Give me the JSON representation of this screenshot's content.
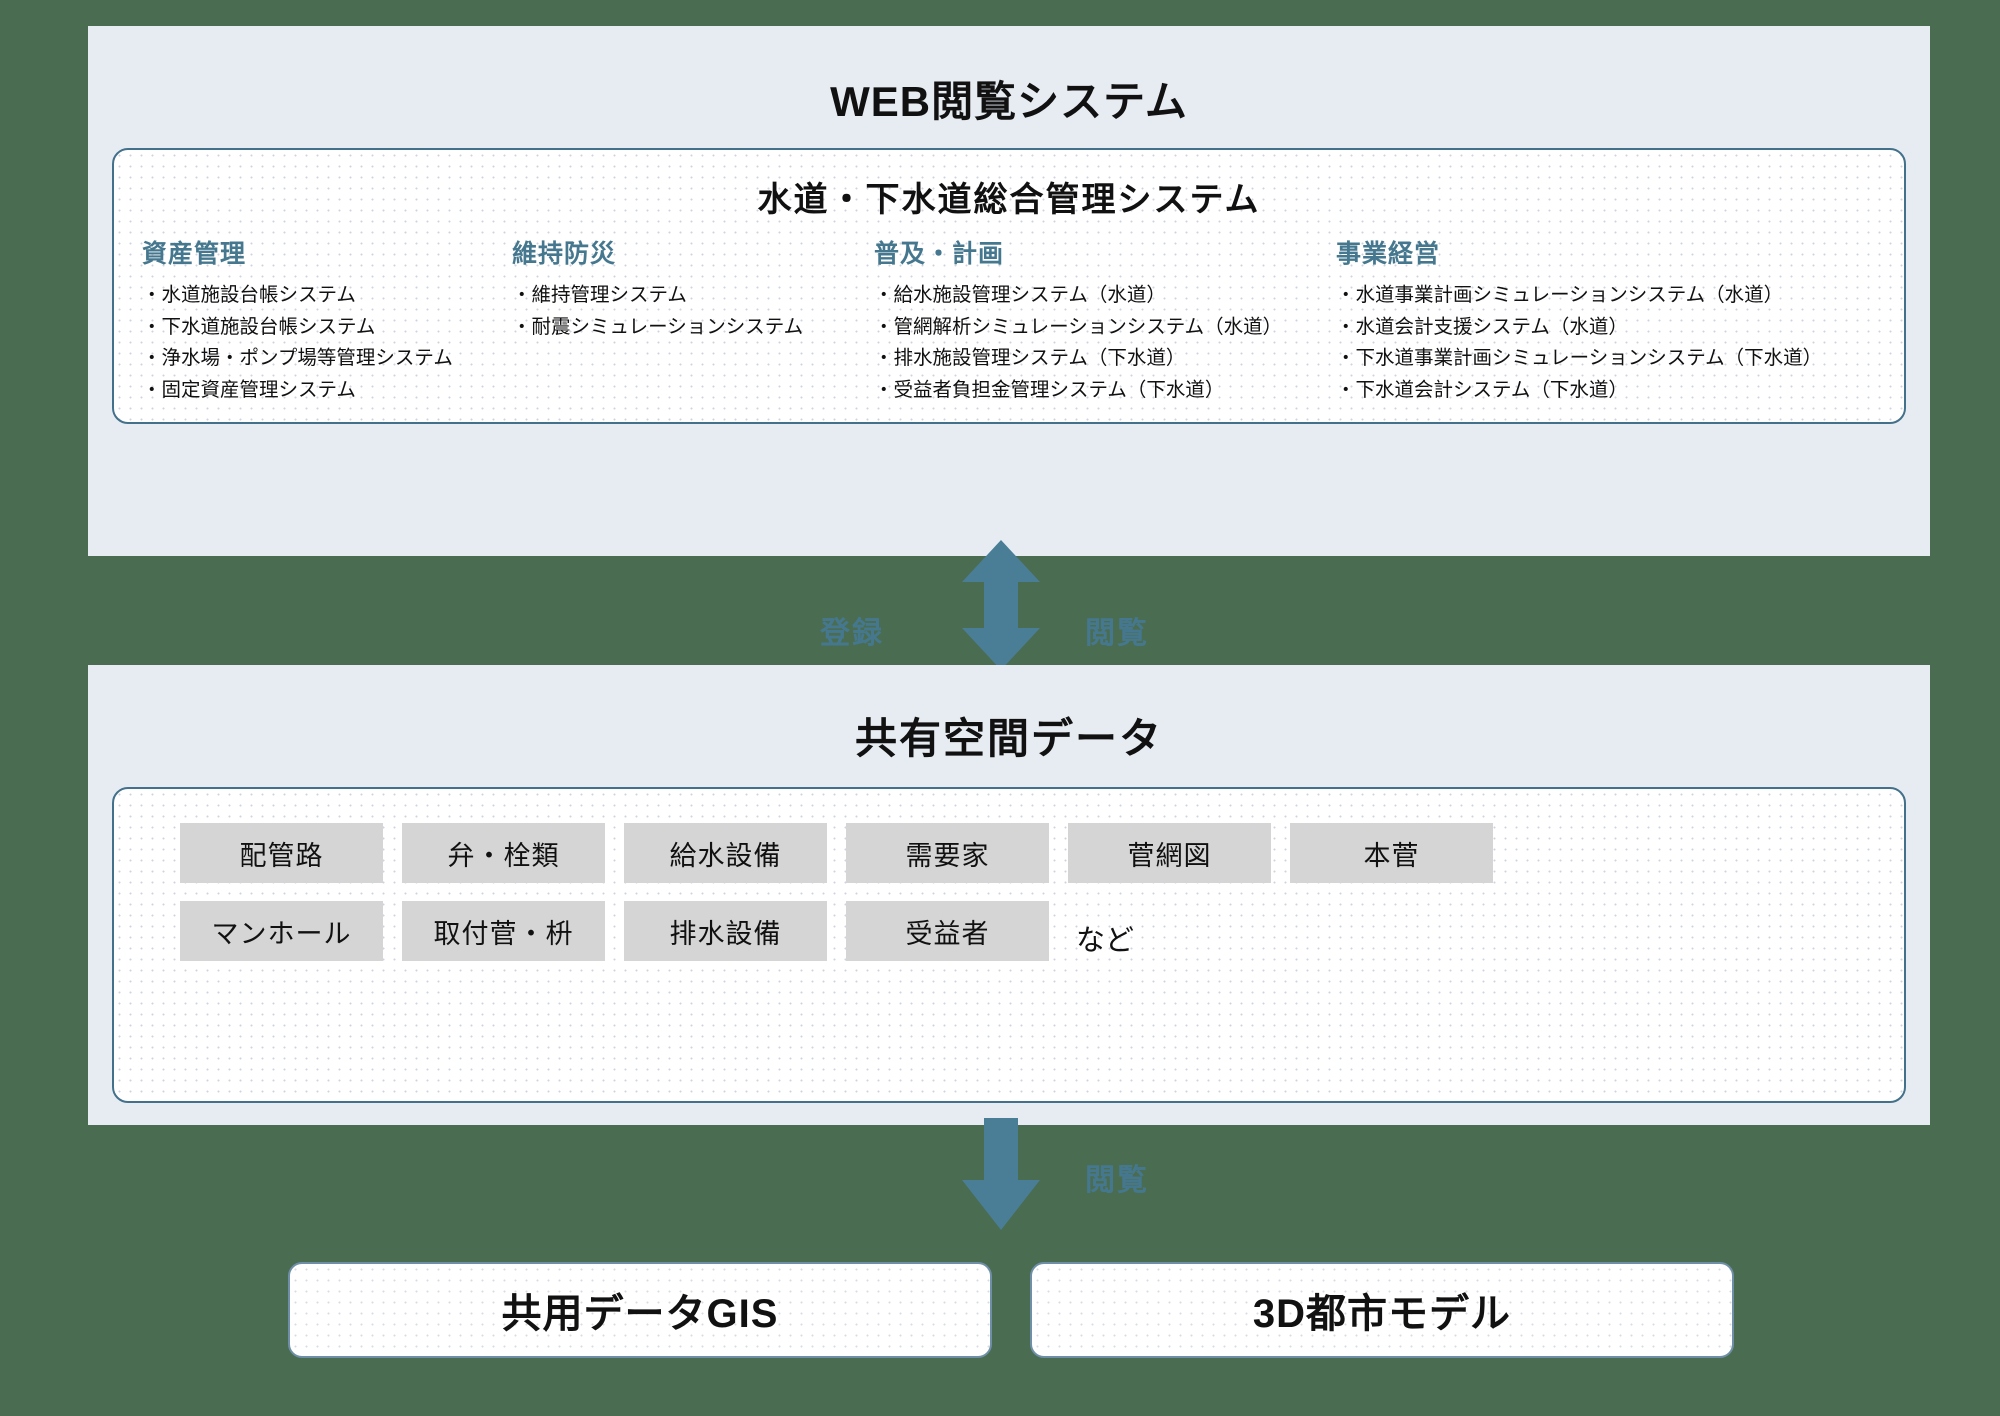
{
  "colors": {
    "background": "#4a6c50",
    "panel": "#e7ecf3",
    "accent": "#45788f",
    "card_border": "#43708a",
    "tag_fill": "#d5d5d5",
    "text": "#111111"
  },
  "top_section": {
    "title": "WEB閲覧システム",
    "card_title": "水道・下水道総合管理システム",
    "columns": [
      {
        "heading": "資産管理",
        "items": [
          "・水道施設台帳システム",
          "・下水道施設台帳システム",
          "・浄水場・ポンプ場等管理システム",
          "・固定資産管理システム"
        ]
      },
      {
        "heading": "維持防災",
        "items": [
          "・維持管理システム",
          "・耐震シミュレーションシステム"
        ]
      },
      {
        "heading": "普及・計画",
        "items": [
          "・給水施設管理システム（水道）",
          "・管網解析シミュレーションシステム（水道）",
          "・排水施設管理システム（下水道）",
          "・受益者負担金管理システム（下水道）"
        ]
      },
      {
        "heading": "事業経営",
        "items": [
          "・水道事業計画シミュレーションシステム（水道）",
          "・水道会計支援システム（水道）",
          "・下水道事業計画シミュレーションシステム（下水道）",
          "・下水道会計システム（下水道）"
        ]
      }
    ]
  },
  "connector_top": {
    "left_label": "登録",
    "right_label": "閲覧",
    "icon": "double-headed-vertical-arrow-icon"
  },
  "middle_section": {
    "title": "共有空間データ",
    "tag_rows": [
      [
        "配管路",
        "弁・栓類",
        "給水設備",
        "需要家",
        "菅網図",
        "本菅"
      ],
      [
        "マンホール",
        "取付菅・枡",
        "排水設備",
        "受益者"
      ]
    ],
    "suffix": "など"
  },
  "connector_bottom": {
    "label": "閲覧",
    "icon": "down-arrow-icon"
  },
  "bottom_section": {
    "buttons": [
      "共用データGIS",
      "3D都市モデル"
    ]
  }
}
